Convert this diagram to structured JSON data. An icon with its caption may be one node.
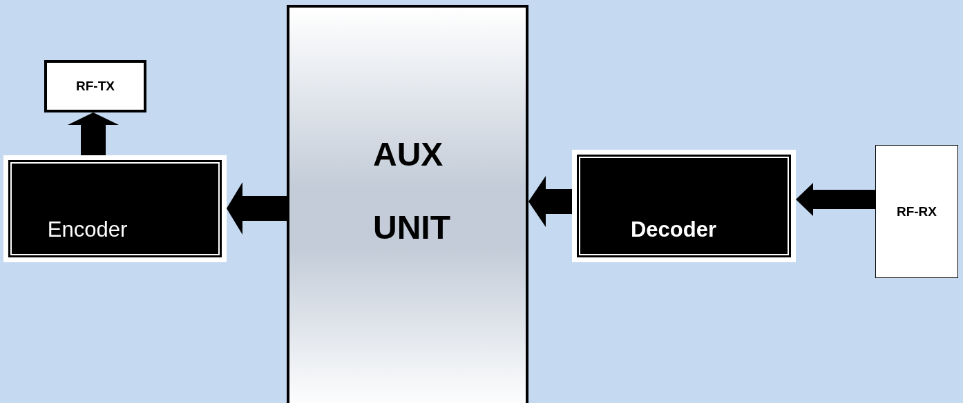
{
  "diagram": {
    "nodes": [
      {
        "text": [
          "RF-TX"
        ]
      },
      {
        "text": [
          "Encoder"
        ]
      },
      {
        "text": [
          "AUX UNIT"
        ]
      },
      {
        "text": [
          "Decoder"
        ]
      },
      {
        "text": [
          "RF-RX"
        ]
      }
    ],
    "edges": [
      {
        "from": 1,
        "to": 0,
        "arrow": "to"
      },
      {
        "from": 2,
        "to": 1,
        "arrow": "to"
      },
      {
        "from": 3,
        "to": 2,
        "arrow": "to"
      },
      {
        "from": 4,
        "to": 3,
        "arrow": "to"
      }
    ]
  }
}
